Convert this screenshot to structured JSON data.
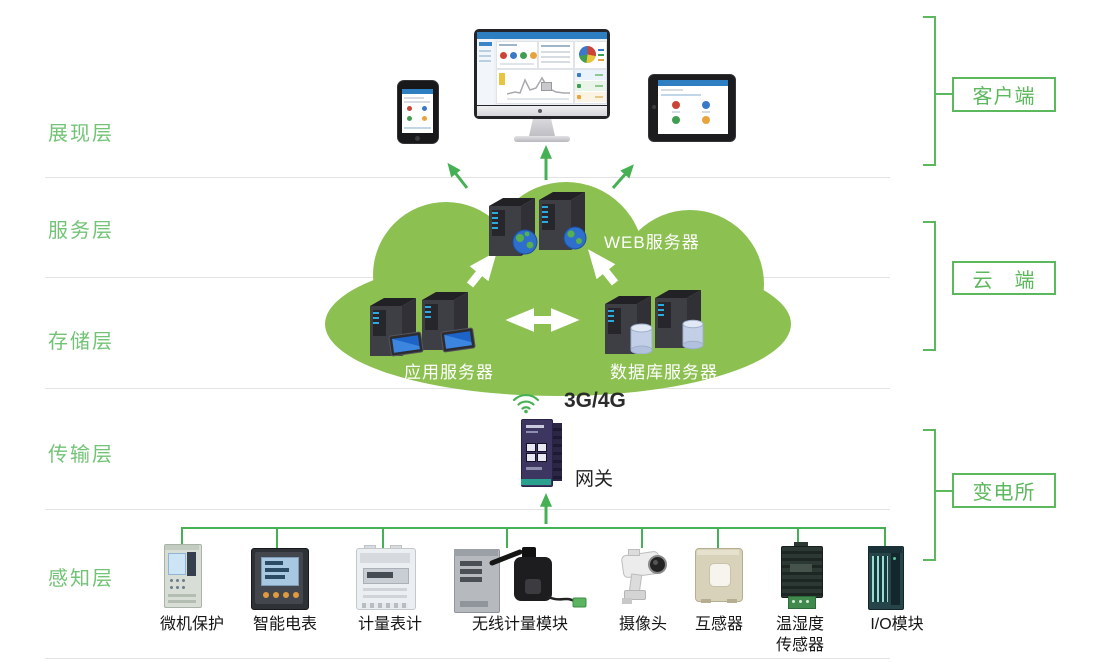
{
  "layers": [
    {
      "label": "展现层"
    },
    {
      "label": "服务层"
    },
    {
      "label": "存储层"
    },
    {
      "label": "传输层"
    },
    {
      "label": "感知层"
    }
  ],
  "cloud": {
    "web_server_label": "WEB服务器",
    "app_server_label": "应用服务器",
    "db_server_label": "数据库服务器"
  },
  "transport": {
    "network_label": "3G/4G",
    "gateway_label": "网关"
  },
  "devices": [
    {
      "label": "微机保护"
    },
    {
      "label": "智能电表"
    },
    {
      "label": "计量表计"
    },
    {
      "label": "无线计量模块"
    },
    {
      "label": "摄像头"
    },
    {
      "label": "互感器"
    },
    {
      "label": "温湿度传感器"
    },
    {
      "label": "I/O模块"
    }
  ],
  "side_groups": [
    {
      "label": "客户端"
    },
    {
      "label": "云　端"
    },
    {
      "label": "变电所"
    }
  ],
  "colors": {
    "accent_green": "#45b054",
    "label_green": "#72c376",
    "cloud_green": "#8cc152",
    "status_red": "#cc4436",
    "status_blue": "#3a78c9",
    "status_green": "#3f9e51",
    "status_orange": "#e8a33d"
  }
}
